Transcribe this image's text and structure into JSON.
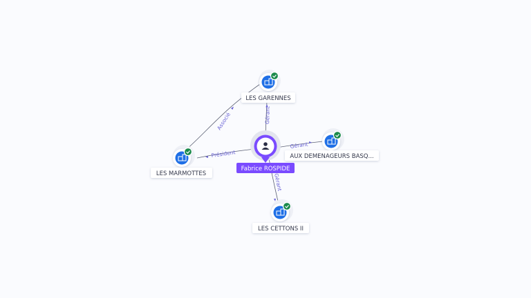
{
  "person": {
    "name": "Fabrice ROSPIDE",
    "icon": "person-icon",
    "color": "#7a4bff"
  },
  "companies": [
    {
      "id": "garennes",
      "label": "LES GARENNES",
      "icon": "company-building-icon",
      "status_icon": "verified-check-icon"
    },
    {
      "id": "marmottes",
      "label": "LES MARMOTTES",
      "icon": "company-building-icon",
      "status_icon": "verified-check-icon"
    },
    {
      "id": "demenageurs",
      "label": "AUX DEMENAGEURS BASQ...",
      "icon": "company-building-icon",
      "status_icon": "verified-check-icon"
    },
    {
      "id": "cettons",
      "label": "LES CETTONS II",
      "icon": "company-building-icon",
      "status_icon": "verified-check-icon"
    }
  ],
  "relations": [
    {
      "from": "person",
      "to": "garennes",
      "label": "Gérant"
    },
    {
      "from": "person",
      "to": "marmottes",
      "label": "Président"
    },
    {
      "from": "person",
      "to": "demenageurs",
      "label": "Gérant"
    },
    {
      "from": "person",
      "to": "cettons",
      "label": "Gérant"
    },
    {
      "from": "marmottes",
      "to": "garennes",
      "label": "Associé"
    }
  ],
  "colors": {
    "company_fill": "#1f6fe6",
    "check_fill": "#1b8a4c",
    "edge_stroke": "#5a5f73",
    "edge_label": "#6a63d6"
  }
}
